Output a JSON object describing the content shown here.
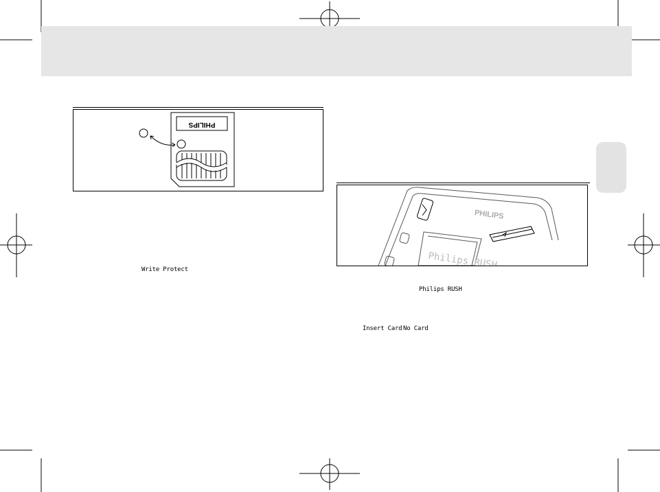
{
  "figure_card": {
    "brand_logo": "PHILIPS"
  },
  "figure_device": {
    "brand_logo": "PHILIPS",
    "screen_text": "Philips RUSH"
  },
  "lcd_labels": {
    "write_protect": "Write Protect",
    "philips_rush": "Philips RUSH",
    "insert_card": "Insert Card",
    "no_card": "No Card"
  }
}
